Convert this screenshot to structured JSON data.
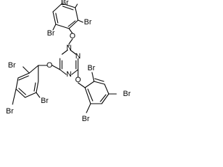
{
  "molecule": {
    "ring_labels": {
      "n_top": "N",
      "n_left": "N",
      "n_right": "N"
    },
    "oxygen_labels": {
      "o_top": "O",
      "o_left": "O",
      "o_right": "O"
    },
    "top_phenyl": {
      "br_para": "Br",
      "br_ortho_left": "Br",
      "br_ortho_right": "Br"
    },
    "left_phenyl": {
      "br_ortho_top": "Br",
      "br_ortho_right": "Br",
      "br_para": "Br"
    },
    "right_phenyl": {
      "br_ortho_left": "Br",
      "br_para": "Br",
      "br_ortho_bottom": "Br"
    },
    "colors": {
      "ink": "#000000",
      "background": "#ffffff"
    }
  }
}
